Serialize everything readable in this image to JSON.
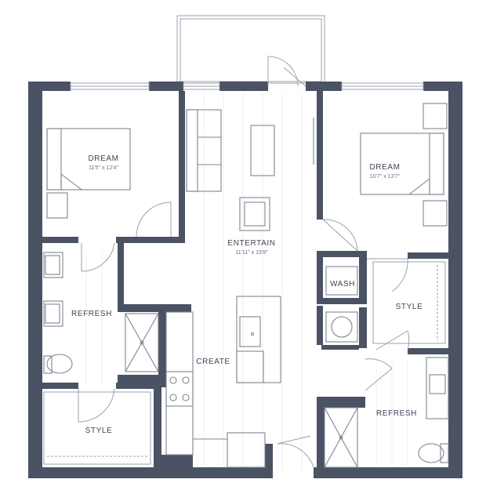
{
  "rooms": {
    "dream_left": {
      "name": "DREAM",
      "dims": "11'5\" x 12'4\""
    },
    "dream_right": {
      "name": "DREAM",
      "dims": "10'7\" x 13'7\""
    },
    "entertain": {
      "name": "ENTERTAIN",
      "dims": "11'11\" x 15'8\""
    },
    "wash": {
      "name": "WASH"
    },
    "refresh_left": {
      "name": "REFRESH"
    },
    "refresh_right": {
      "name": "REFRESH"
    },
    "style_left": {
      "name": "STYLE"
    },
    "style_right": {
      "name": "STYLE"
    },
    "create": {
      "name": "CREATE"
    }
  },
  "colors": {
    "wall": "#4a5263",
    "fixture": "#7d8592",
    "text": "#3d4554"
  }
}
